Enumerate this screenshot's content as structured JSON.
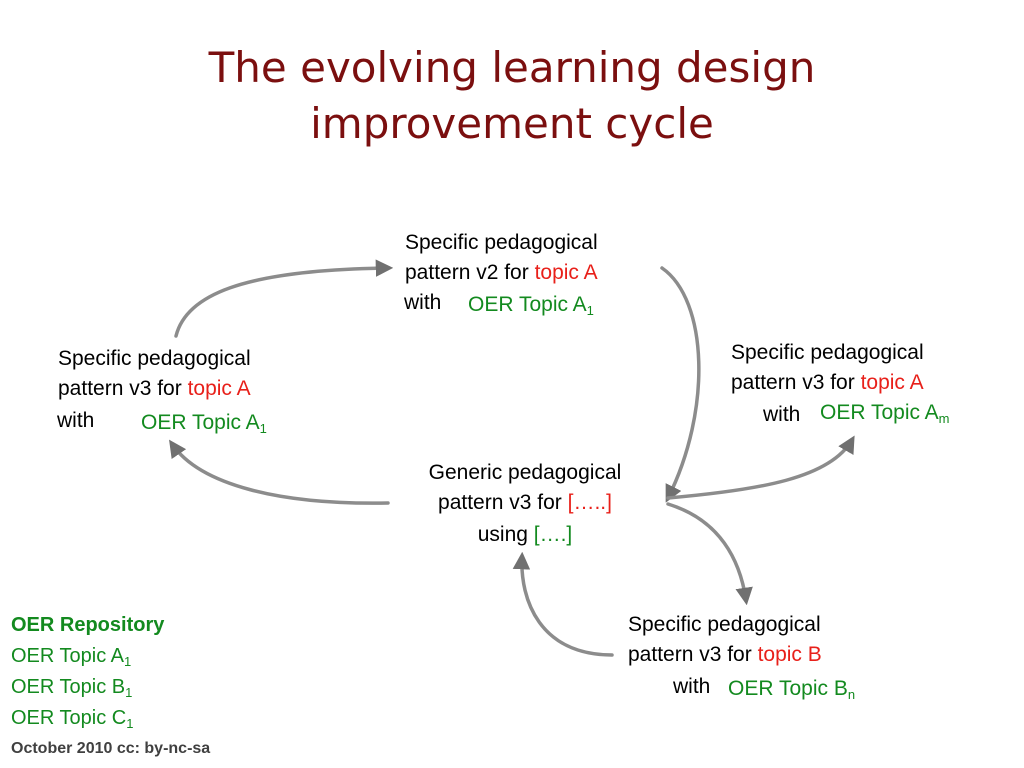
{
  "title": {
    "line1": "The evolving learning design",
    "line2": "improvement cycle"
  },
  "nodes": {
    "top": {
      "line1": "Specific pedagogical",
      "line2_prefix": "pattern v2 for ",
      "line2_topic": "topic A",
      "with": "with",
      "oer": "OER Topic A",
      "oer_sub": "1"
    },
    "left": {
      "line1": "Specific pedagogical",
      "line2_prefix": "pattern v3 for ",
      "line2_topic": "topic A",
      "with": "with",
      "oer": "OER Topic A",
      "oer_sub": "1"
    },
    "right": {
      "line1": "Specific pedagogical",
      "line2_prefix": "pattern v3 for ",
      "line2_topic": "topic A",
      "with": "with",
      "oer": "OER Topic A",
      "oer_sub": "m"
    },
    "center": {
      "line1": "Generic pedagogical",
      "line2_prefix": "pattern v3 for ",
      "line2_placeholder": "[…..]",
      "using": "using ",
      "using_placeholder": "[….]"
    },
    "bottom_right": {
      "line1": "Specific pedagogical",
      "line2_prefix": "pattern v3 for ",
      "line2_topic": "topic B",
      "with": "with",
      "oer": "OER Topic B",
      "oer_sub": "n"
    }
  },
  "repository": {
    "heading": "OER Repository",
    "items": [
      {
        "label": "OER Topic A",
        "sub": "1"
      },
      {
        "label": "OER Topic B",
        "sub": "1"
      },
      {
        "label": "OER Topic C",
        "sub": "1"
      }
    ]
  },
  "footer": "October 2010 cc: by-nc-sa",
  "colors": {
    "title": "#7b0f0f",
    "topic": "#e8201a",
    "oer": "#138a1f",
    "arrow": "#808080"
  }
}
